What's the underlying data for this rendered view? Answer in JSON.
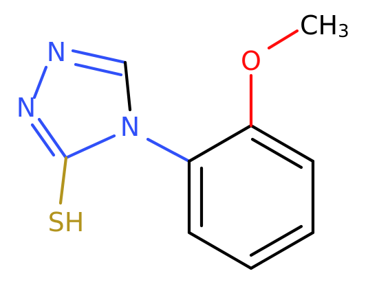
{
  "molecule": {
    "atoms": {
      "n1": "N",
      "n2": "N",
      "n4": "N",
      "o": "O",
      "sh": "SH",
      "ch": "CH",
      "ch_sub": "3"
    },
    "colors": {
      "bond": "#000000",
      "nitrogen": "#3050f8",
      "oxygen": "#ff0d0d",
      "sulfur": "#b2941e",
      "carbon": "#000000"
    }
  }
}
